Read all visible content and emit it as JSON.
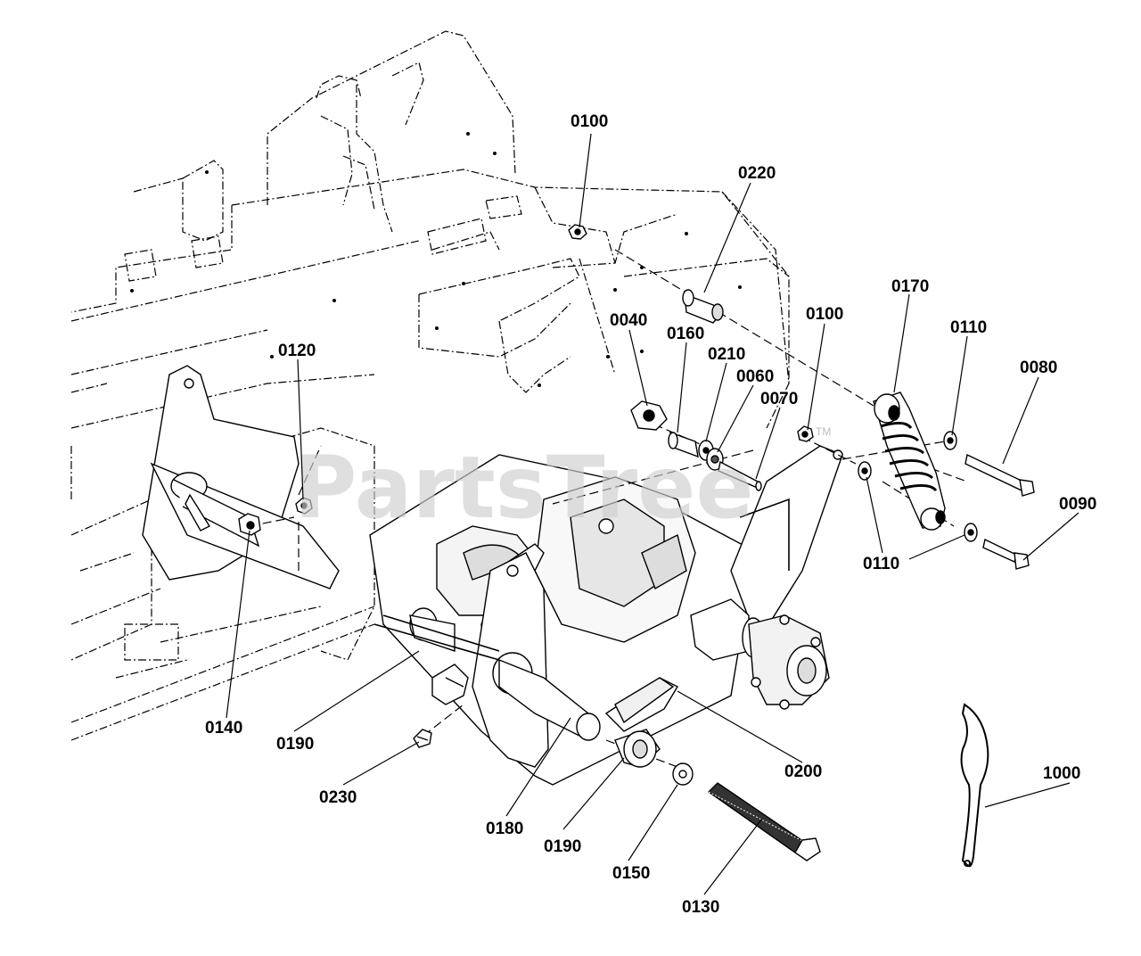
{
  "watermark": "PartsTree",
  "trademark": "TM",
  "callouts": [
    {
      "id": "c-0100-top",
      "label": "0100"
    },
    {
      "id": "c-0220",
      "label": "0220"
    },
    {
      "id": "c-0170",
      "label": "0170"
    },
    {
      "id": "c-0100-mid",
      "label": "0100"
    },
    {
      "id": "c-0110-top",
      "label": "0110"
    },
    {
      "id": "c-0040",
      "label": "0040"
    },
    {
      "id": "c-0160",
      "label": "0160"
    },
    {
      "id": "c-0210",
      "label": "0210"
    },
    {
      "id": "c-0060",
      "label": "0060"
    },
    {
      "id": "c-0070",
      "label": "0070"
    },
    {
      "id": "c-0080",
      "label": "0080"
    },
    {
      "id": "c-0090",
      "label": "0090"
    },
    {
      "id": "c-0110-bot",
      "label": "0110"
    },
    {
      "id": "c-0120",
      "label": "0120"
    },
    {
      "id": "c-0140",
      "label": "0140"
    },
    {
      "id": "c-0190-left",
      "label": "0190"
    },
    {
      "id": "c-0230",
      "label": "0230"
    },
    {
      "id": "c-0180",
      "label": "0180"
    },
    {
      "id": "c-0190-bot",
      "label": "0190"
    },
    {
      "id": "c-0150",
      "label": "0150"
    },
    {
      "id": "c-0130",
      "label": "0130"
    },
    {
      "id": "c-0200",
      "label": "0200"
    },
    {
      "id": "c-1000",
      "label": "1000"
    }
  ]
}
